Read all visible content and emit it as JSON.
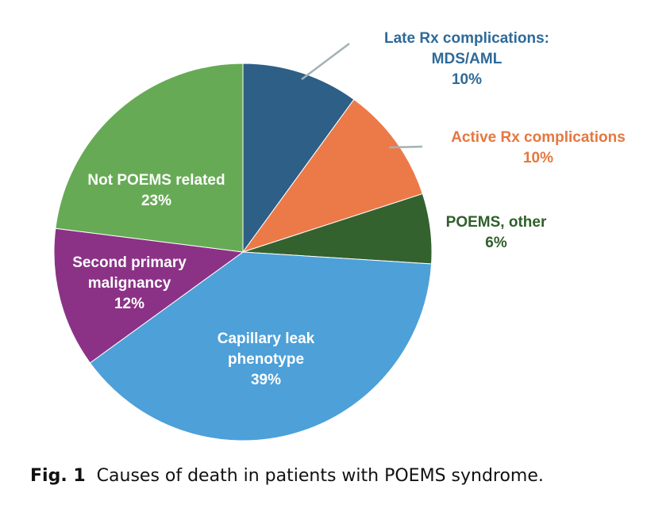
{
  "chart_data": {
    "type": "pie",
    "slices": [
      {
        "label_lines": [
          "Late Rx complications:",
          "MDS/AML"
        ],
        "value_text": "10%",
        "value": 10,
        "color": "#2e5f86",
        "label_color": "#2e6a99"
      },
      {
        "label_lines": [
          "Active Rx complications"
        ],
        "value_text": "10%",
        "value": 10,
        "color": "#ec7a49",
        "label_color": "#e6773f"
      },
      {
        "label_lines": [
          "POEMS, other"
        ],
        "value_text": "6%",
        "value": 6,
        "color": "#34622f",
        "label_color": "#2f5f2a"
      },
      {
        "label_lines": [
          "Capillary leak",
          "phenotype"
        ],
        "value_text": "39%",
        "value": 39,
        "color": "#4da0d8",
        "label_color": "#ffffff"
      },
      {
        "label_lines": [
          "Second primary",
          "malignancy"
        ],
        "value_text": "12%",
        "value": 12,
        "color": "#8b3286",
        "label_color": "#ffffff"
      },
      {
        "label_lines": [
          "Not POEMS related"
        ],
        "value_text": "23%",
        "value": 23,
        "color": "#67aa55",
        "label_color": "#ffffff"
      }
    ],
    "leader_color": "#a3b1b5"
  },
  "caption": {
    "fig_label": "Fig. 1",
    "text": "Causes of death in patients with POEMS syndrome."
  }
}
